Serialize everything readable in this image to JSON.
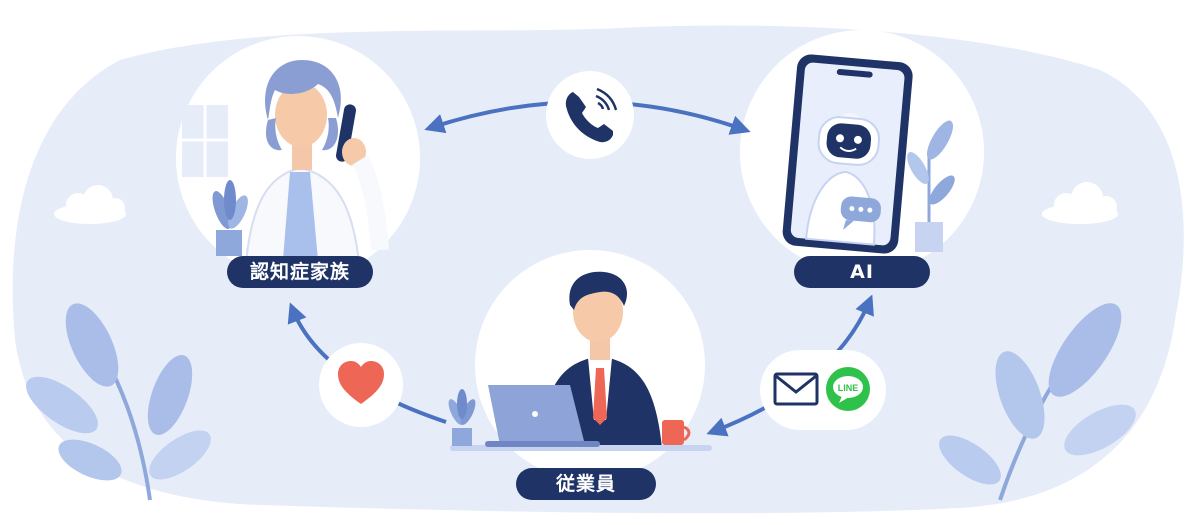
{
  "nodes": {
    "family": {
      "label": "認知症家族"
    },
    "ai": {
      "label": "AI"
    },
    "employee": {
      "label": "従業員"
    }
  },
  "channels": {
    "family_ai": {
      "icon": "phone-call-icon"
    },
    "employee_ai": {
      "icons": [
        "mail-icon",
        "line-logo-icon"
      ],
      "line_logo_text": "LINE"
    },
    "employee_family": {
      "icon": "heart-icon"
    }
  },
  "colors": {
    "background_blob": "#e6edf9",
    "circle_fill": "#ffffff",
    "label_fill": "#1f3366",
    "arrow": "#4a72c0",
    "heart": "#ee6655",
    "line_green": "#2ec24a",
    "leaf": "#a9bde8"
  }
}
